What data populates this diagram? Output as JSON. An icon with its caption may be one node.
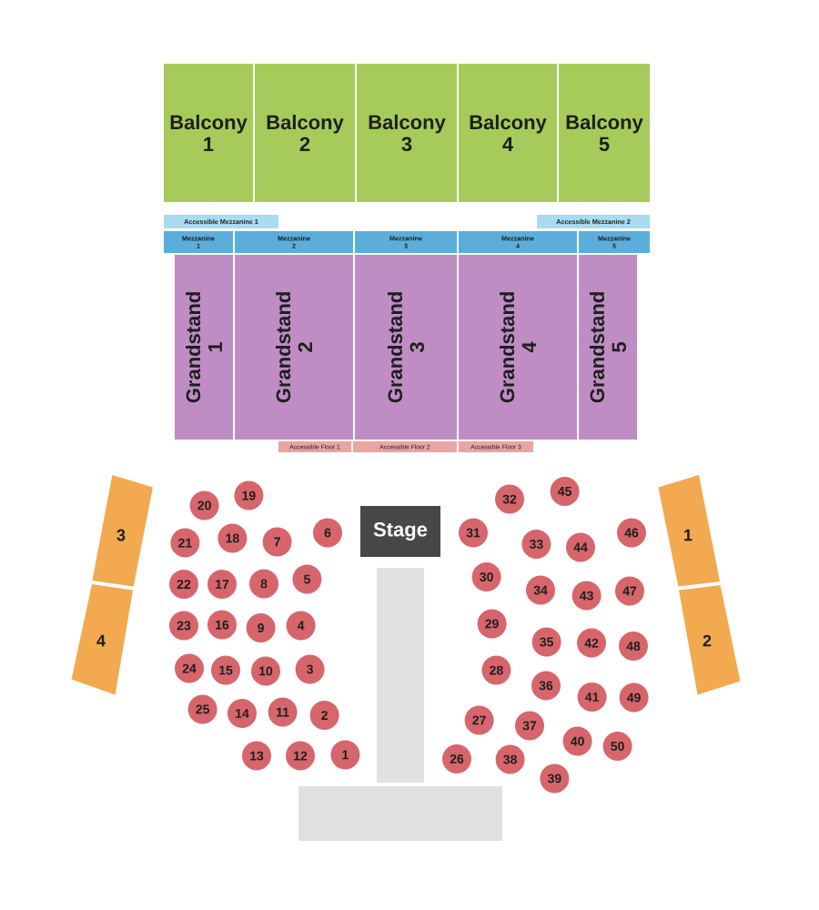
{
  "diagram": {
    "nodes": [
      {
        "text": [
          "Balcony 1"
        ]
      },
      {
        "text": [
          "Balcony 2"
        ]
      },
      {
        "text": [
          "Balcony 3"
        ]
      },
      {
        "text": [
          "Balcony 4"
        ]
      },
      {
        "text": [
          "Balcony 5"
        ]
      },
      {
        "text": [
          "Accessible Mezzanine 1"
        ]
      },
      {
        "text": [
          "Accessible Mezzanine 2"
        ]
      },
      {
        "text": [
          "Mezzanine 1"
        ]
      },
      {
        "text": [
          "Mezzanine 2"
        ]
      },
      {
        "text": [
          "Mezzanine 3"
        ]
      },
      {
        "text": [
          "Mezzanine 4"
        ]
      },
      {
        "text": [
          "Mezzanine 5"
        ]
      },
      {
        "text": [
          "Grandstand 1"
        ]
      },
      {
        "text": [
          "Grandstand 2"
        ]
      },
      {
        "text": [
          "Grandstand 3"
        ]
      },
      {
        "text": [
          "Grandstand 4"
        ]
      },
      {
        "text": [
          "Grandstand 5"
        ]
      },
      {
        "text": [
          "Accessible Floor 1"
        ]
      },
      {
        "text": [
          "Accessible Floor 2"
        ]
      },
      {
        "text": [
          "Accessible Floor 3"
        ]
      },
      {
        "text": [
          "Stage"
        ]
      },
      {
        "text": [
          "3"
        ]
      },
      {
        "text": [
          "1"
        ]
      },
      {
        "text": [
          "4"
        ]
      },
      {
        "text": [
          "2"
        ]
      },
      {
        "text": [
          "1"
        ]
      },
      {
        "text": [
          "2"
        ]
      },
      {
        "text": [
          "3"
        ]
      },
      {
        "text": [
          "4"
        ]
      },
      {
        "text": [
          "5"
        ]
      },
      {
        "text": [
          "6"
        ]
      },
      {
        "text": [
          "7"
        ]
      },
      {
        "text": [
          "8"
        ]
      },
      {
        "text": [
          "9"
        ]
      },
      {
        "text": [
          "10"
        ]
      },
      {
        "text": [
          "11"
        ]
      },
      {
        "text": [
          "12"
        ]
      },
      {
        "text": [
          "13"
        ]
      },
      {
        "text": [
          "14"
        ]
      },
      {
        "text": [
          "15"
        ]
      },
      {
        "text": [
          "16"
        ]
      },
      {
        "text": [
          "17"
        ]
      },
      {
        "text": [
          "18"
        ]
      },
      {
        "text": [
          "19"
        ]
      },
      {
        "text": [
          "20"
        ]
      },
      {
        "text": [
          "21"
        ]
      },
      {
        "text": [
          "22"
        ]
      },
      {
        "text": [
          "23"
        ]
      },
      {
        "text": [
          "24"
        ]
      },
      {
        "text": [
          "25"
        ]
      },
      {
        "text": [
          "26"
        ]
      },
      {
        "text": [
          "27"
        ]
      },
      {
        "text": [
          "28"
        ]
      },
      {
        "text": [
          "29"
        ]
      },
      {
        "text": [
          "30"
        ]
      },
      {
        "text": [
          "31"
        ]
      },
      {
        "text": [
          "32"
        ]
      },
      {
        "text": [
          "33"
        ]
      },
      {
        "text": [
          "34"
        ]
      },
      {
        "text": [
          "35"
        ]
      },
      {
        "text": [
          "36"
        ]
      },
      {
        "text": [
          "37"
        ]
      },
      {
        "text": [
          "38"
        ]
      },
      {
        "text": [
          "39"
        ]
      },
      {
        "text": [
          "40"
        ]
      },
      {
        "text": [
          "41"
        ]
      },
      {
        "text": [
          "42"
        ]
      },
      {
        "text": [
          "43"
        ]
      },
      {
        "text": [
          "44"
        ]
      },
      {
        "text": [
          "45"
        ]
      },
      {
        "text": [
          "46"
        ]
      },
      {
        "text": [
          "47"
        ]
      },
      {
        "text": [
          "48"
        ]
      },
      {
        "text": [
          "49"
        ]
      },
      {
        "text": [
          "50"
        ]
      },
      {
        "text": [],
        "shape": "box"
      },
      {
        "text": [],
        "shape": "box"
      }
    ]
  }
}
